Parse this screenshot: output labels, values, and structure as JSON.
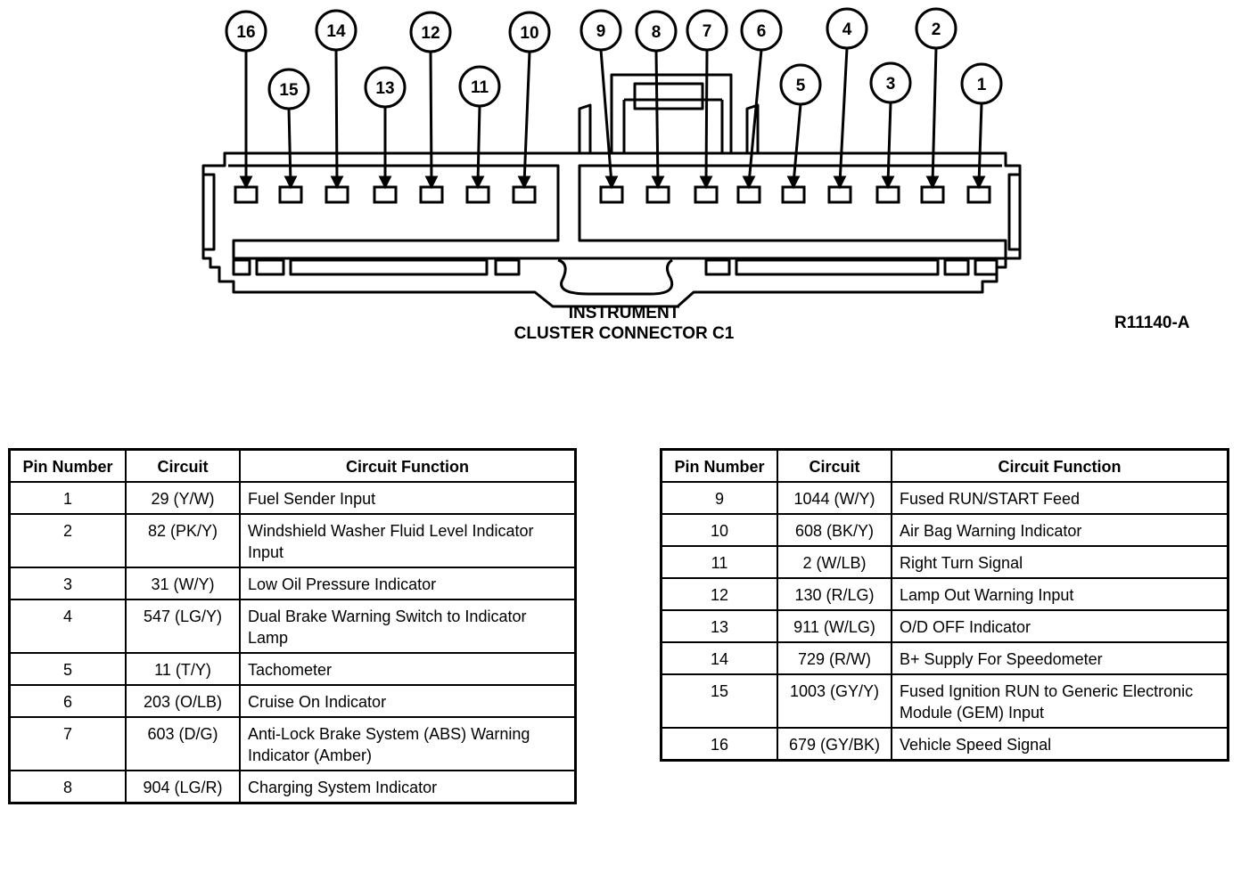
{
  "diagram": {
    "title_line1": "INSTRUMENT",
    "title_line2": "CLUSTER CONNECTOR C1",
    "reference": "R11140-A",
    "pin_callouts": [
      "1",
      "2",
      "3",
      "4",
      "5",
      "6",
      "7",
      "8",
      "9",
      "10",
      "11",
      "12",
      "13",
      "14",
      "15",
      "16"
    ]
  },
  "table_left": {
    "headers": {
      "pin": "Pin Number",
      "circuit": "Circuit",
      "function": "Circuit Function"
    },
    "rows": [
      {
        "pin": "1",
        "circuit": "29 (Y/W)",
        "function": "Fuel Sender Input"
      },
      {
        "pin": "2",
        "circuit": "82 (PK/Y)",
        "function": "Windshield Washer Fluid Level Indicator Input"
      },
      {
        "pin": "3",
        "circuit": "31 (W/Y)",
        "function": "Low Oil Pressure Indicator"
      },
      {
        "pin": "4",
        "circuit": "547 (LG/Y)",
        "function": "Dual Brake Warning Switch to Indicator Lamp"
      },
      {
        "pin": "5",
        "circuit": "11 (T/Y)",
        "function": "Tachometer"
      },
      {
        "pin": "6",
        "circuit": "203 (O/LB)",
        "function": "Cruise On Indicator"
      },
      {
        "pin": "7",
        "circuit": "603 (D/G)",
        "function": "Anti-Lock Brake System (ABS) Warning Indicator (Amber)"
      },
      {
        "pin": "8",
        "circuit": "904 (LG/R)",
        "function": "Charging System Indicator"
      }
    ]
  },
  "table_right": {
    "headers": {
      "pin": "Pin Number",
      "circuit": "Circuit",
      "function": "Circuit Function"
    },
    "rows": [
      {
        "pin": "9",
        "circuit": "1044 (W/Y)",
        "function": "Fused RUN/START Feed"
      },
      {
        "pin": "10",
        "circuit": "608 (BK/Y)",
        "function": "Air Bag Warning Indicator"
      },
      {
        "pin": "11",
        "circuit": "2 (W/LB)",
        "function": "Right Turn Signal"
      },
      {
        "pin": "12",
        "circuit": "130 (R/LG)",
        "function": "Lamp Out Warning Input"
      },
      {
        "pin": "13",
        "circuit": "911 (W/LG)",
        "function": "O/D OFF Indicator"
      },
      {
        "pin": "14",
        "circuit": "729 (R/W)",
        "function": "B+ Supply For Speedometer"
      },
      {
        "pin": "15",
        "circuit": "1003 (GY/Y)",
        "function": "Fused Ignition RUN to Generic Electronic Module (GEM) Input"
      },
      {
        "pin": "16",
        "circuit": "679 (GY/BK)",
        "function": "Vehicle Speed Signal"
      }
    ]
  }
}
